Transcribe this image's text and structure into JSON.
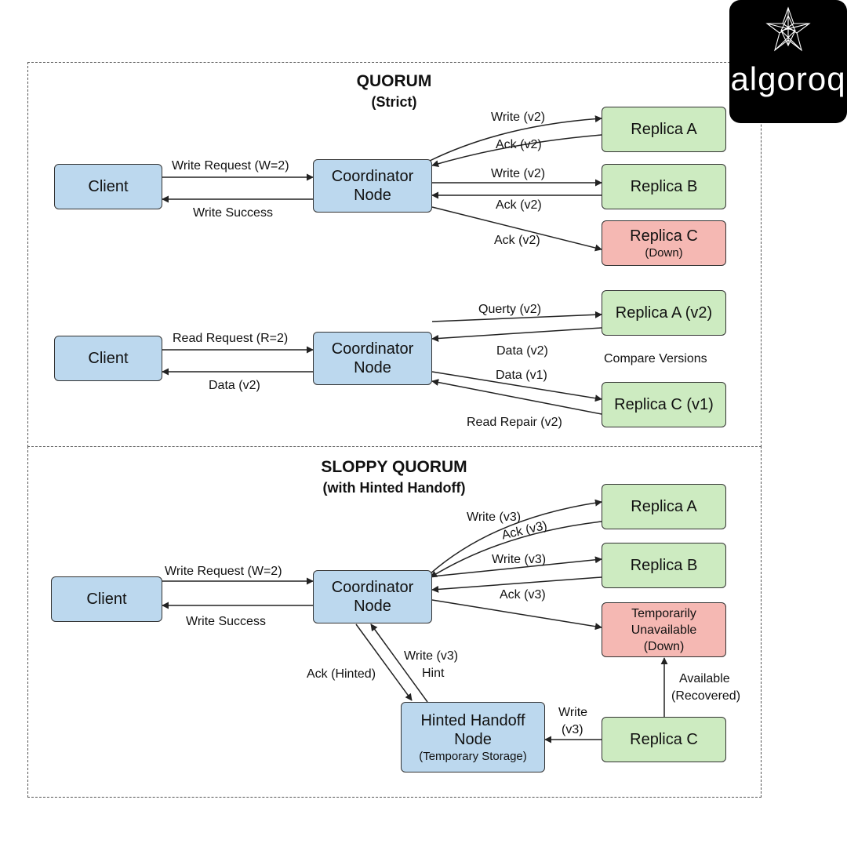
{
  "brand": {
    "name": "algoroq"
  },
  "sections": {
    "quorum": {
      "title": "QUORUM",
      "subtitle": "(Strict)"
    },
    "sloppy": {
      "title": "SLOPPY QUORUM",
      "subtitle": "(with Hinted Handoff)"
    }
  },
  "nodes": {
    "client": "Client",
    "coordinator": [
      "Coordinator",
      "Node"
    ],
    "replica_a": "Replica A",
    "replica_b": "Replica B",
    "replica_c": "Replica C",
    "down": "(Down)",
    "replica_a_v2": "Replica A (v2)",
    "replica_c_v1": "Replica C (v1)",
    "temp_unavailable": [
      "Temporarily",
      "Unavailable"
    ],
    "hinted_handoff": [
      "Hinted Handoff",
      "Node"
    ],
    "temporary_storage": "(Temporary Storage)"
  },
  "labels": {
    "write_request": "Write Request (W=2)",
    "write_success": "Write Success",
    "read_request": "Read Request (R=2)",
    "write_v2": "Write (v2)",
    "ack_v2": "Ack (v2)",
    "querty_v2": "Querty (v2)",
    "data_v2": "Data (v2)",
    "data_v1": "Data (v1)",
    "compare_versions": "Compare Versions",
    "read_repair": "Read Repair (v2)",
    "write_v3": "Write (v3)",
    "ack_v3": "Ack (v3)",
    "ack_hinted": "Ack (Hinted)",
    "hint": "Hint",
    "write": "Write",
    "v3": "(v3)",
    "available": "Available",
    "recovered": "(Recovered)"
  },
  "colors": {
    "node_blue": "#bcd8ee",
    "node_green": "#cdebc1",
    "node_red": "#f5b8b3",
    "logo_bg": "#000000"
  }
}
